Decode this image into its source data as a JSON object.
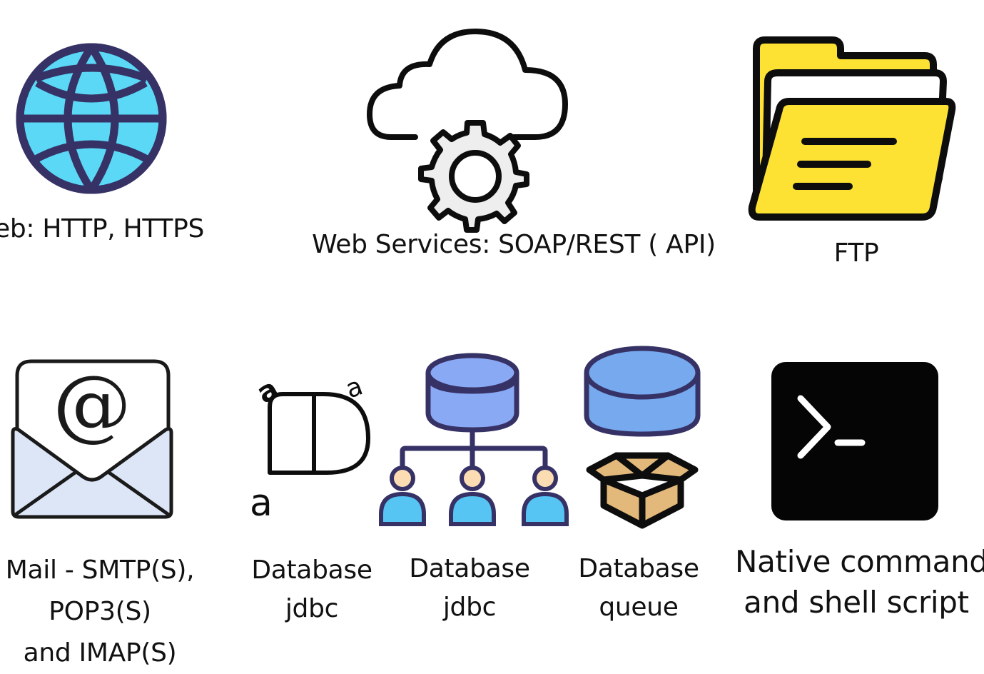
{
  "items": [
    {
      "id": "web",
      "icon": "globe-icon",
      "label_lines": [
        "eb: HTTP, HTTPS"
      ],
      "colors": {
        "fill": "#5ad8f6",
        "stroke": "#363266"
      }
    },
    {
      "id": "web-services",
      "icon": "cloud-gear-icon",
      "label_lines": [
        "Web Services: SOAP/REST ( API)"
      ],
      "colors": {
        "stroke": "#0d0d0d",
        "gear_fill": "#eeeeef"
      }
    },
    {
      "id": "ftp",
      "icon": "folder-icon",
      "label_lines": [
        "FTP"
      ],
      "colors": {
        "fill": "#fde233",
        "stroke": "#0d0d0d"
      }
    },
    {
      "id": "mail",
      "icon": "email-envelope-icon",
      "label_lines": [
        "Mail - SMTP(S),",
        "POP3(S)",
        "and IMAP(S)"
      ],
      "colors": {
        "envelope_fill": "#dce6f7",
        "stroke": "#1a1a1a"
      }
    },
    {
      "id": "database-jdbc-1",
      "icon": "jdbc-glyph-icon",
      "label_lines": [
        "Database",
        "jdbc"
      ],
      "colors": {
        "stroke": "#0d0d0d"
      }
    },
    {
      "id": "database-jdbc-2",
      "icon": "database-network-icon",
      "label_lines": [
        "Database",
        "jdbc"
      ],
      "colors": {
        "db_fill": "#8aa9f5",
        "person_fill": "#56c5f4",
        "head_fill": "#fcdcb2",
        "stroke": "#363266"
      }
    },
    {
      "id": "database-queue",
      "icon": "database-box-icon",
      "label_lines": [
        "Database",
        "queue"
      ],
      "colors": {
        "db_fill": "#76a9ee",
        "box_fill": "#e2b97a",
        "stroke": "#363266"
      }
    },
    {
      "id": "native-command",
      "icon": "terminal-icon",
      "label_lines": [
        "Native command",
        "and shell script"
      ],
      "colors": {
        "bg": "#050505",
        "fg": "#ffffff"
      }
    }
  ]
}
